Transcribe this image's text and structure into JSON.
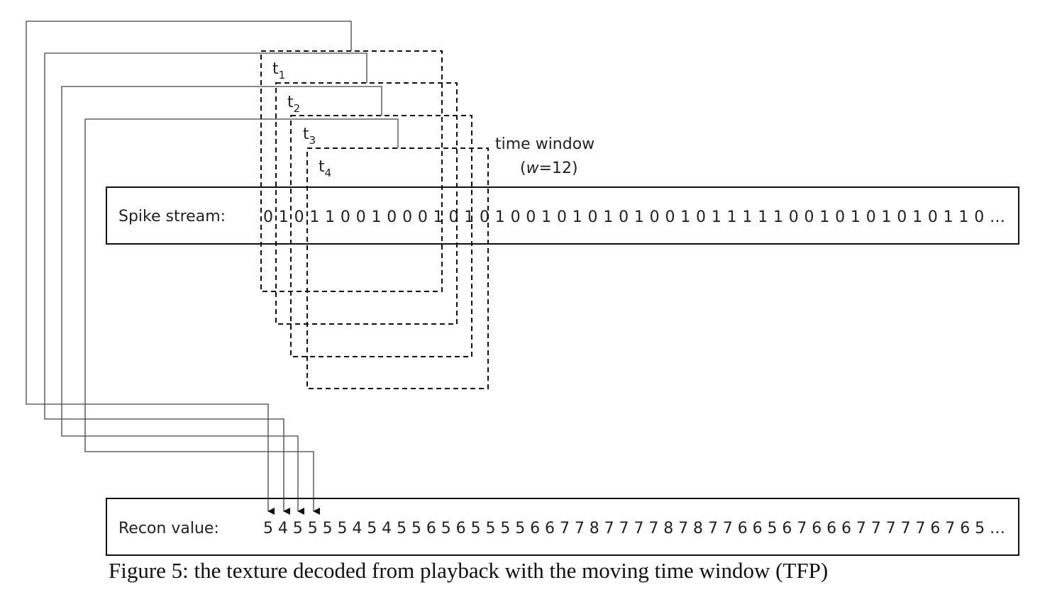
{
  "spike_stream": {
    "label": "Spike stream:",
    "sequence": "0 1 0 1 1 0 0 1 0 0 0 1 0 1 0 1 0 0 1 0 1 0 1 0 1 0 0 1 0 1 1 1 1 1 0 0 1 0 1 0 1 0 1 0 1 1 0 …"
  },
  "recon_value": {
    "label": "Recon value:",
    "sequence": "5 4 5 5 5 5 4 5 4 5 5 6 5 6 5 5 5 5 6 6 7 7 8 7 7 7 7 8 7 8 7 7 6 6 5 6 7 6 6 6 7 7 7 7 7 6 7 6 5 …"
  },
  "windows": [
    {
      "label": "t",
      "subscript": "1"
    },
    {
      "label": "t",
      "subscript": "2"
    },
    {
      "label": "t",
      "subscript": "3"
    },
    {
      "label": "t",
      "subscript": "4"
    }
  ],
  "time_window": {
    "label": "time window",
    "param_open": "(",
    "param_var": "w",
    "param_rest": "=12)"
  },
  "caption": "Figure 5: the texture decoded from playback with the moving time window (TFP)"
}
